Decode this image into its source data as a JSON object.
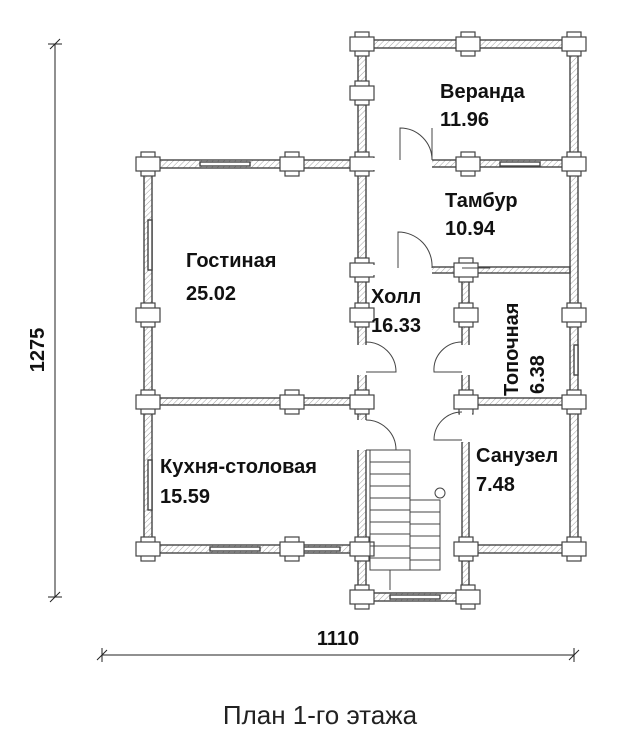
{
  "plan": {
    "title": "План 1-го этажа",
    "dimensions": {
      "width_label": "1110",
      "height_label": "1275"
    },
    "rooms": [
      {
        "name": "Веранда",
        "area": "11.96"
      },
      {
        "name": "Тамбур",
        "area": "10.94"
      },
      {
        "name": "Гостиная",
        "area": "25.02"
      },
      {
        "name": "Холл",
        "area": "16.33"
      },
      {
        "name": "Топочная",
        "area": "6.38"
      },
      {
        "name": "Кухня-столовая",
        "area": "15.59"
      },
      {
        "name": "Санузел",
        "area": "7.48"
      }
    ]
  }
}
